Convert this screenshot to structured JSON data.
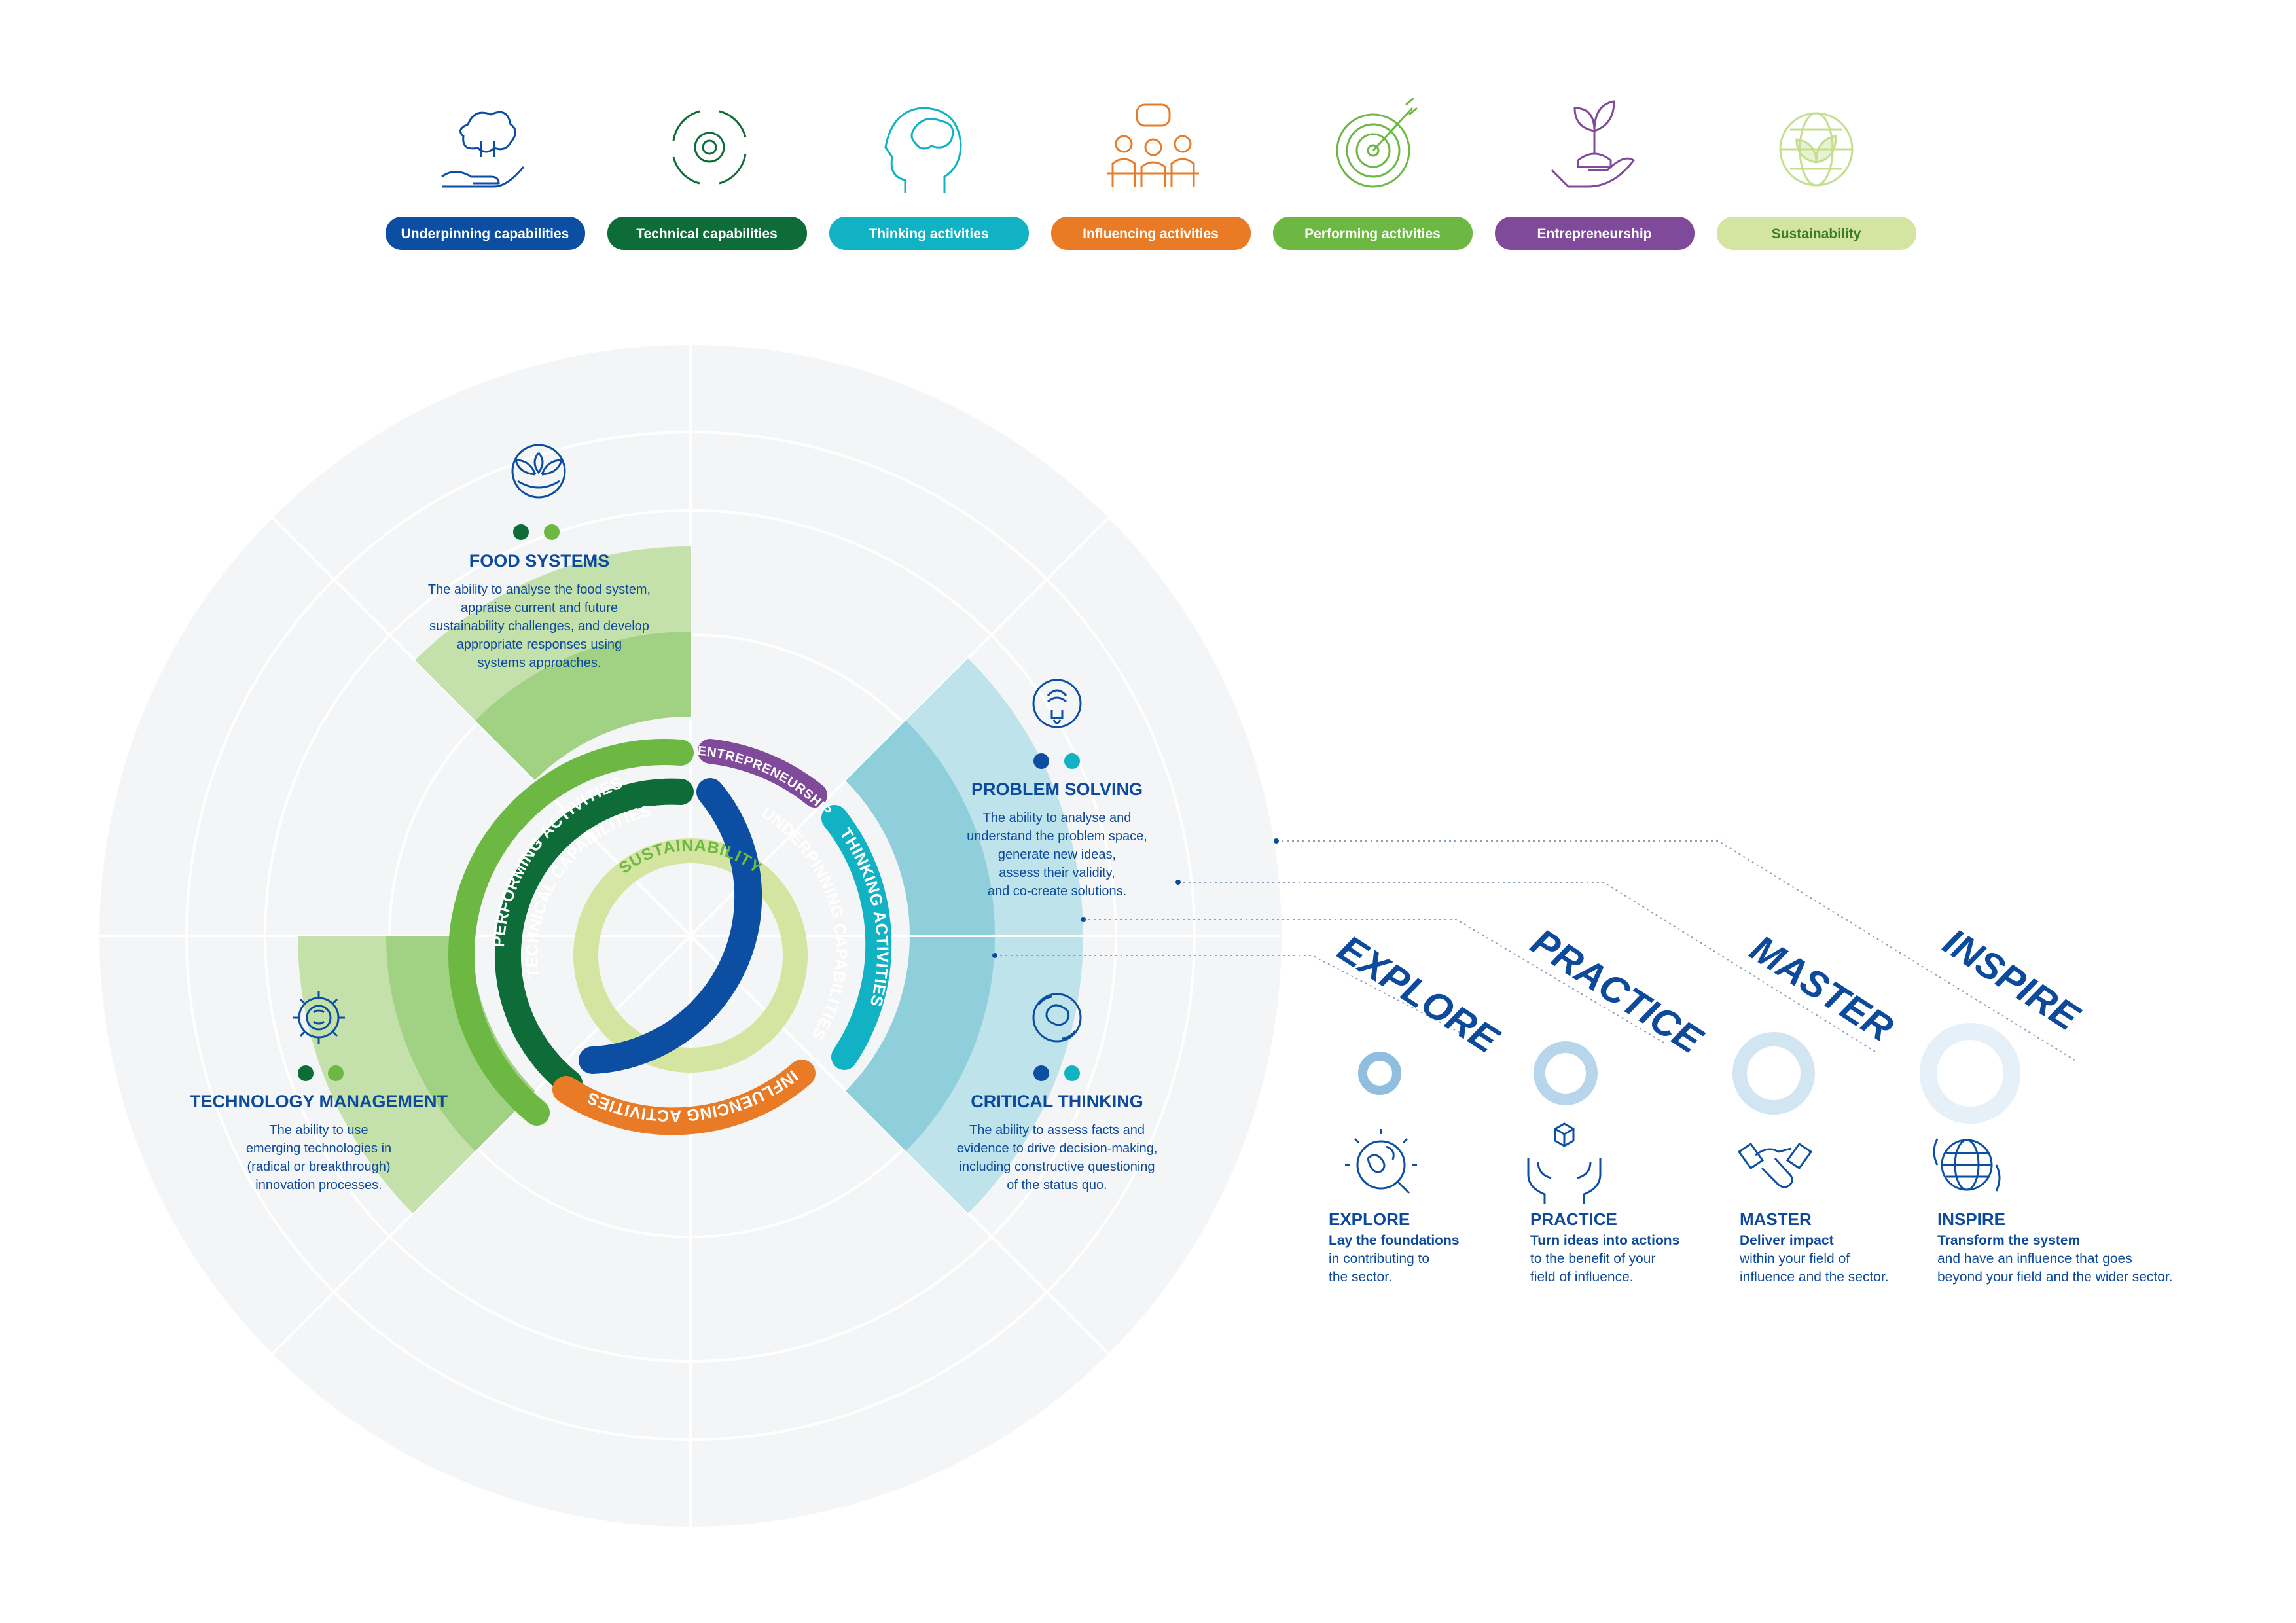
{
  "colors": {
    "underpinning": "#0b4ea2",
    "technical": "#0d6c37",
    "thinking": "#11b2c4",
    "influencing": "#ea7b26",
    "performing": "#6cb843",
    "entrepreneurship": "#7f4a99",
    "sustainability": "#d4e5a1",
    "text_blue": "#0d4a9c"
  },
  "categories": [
    {
      "label": "Underpinning capabilities",
      "icon": "hand-brain-icon"
    },
    {
      "label": "Technical capabilities",
      "icon": "gear-cycle-icon"
    },
    {
      "label": "Thinking activities",
      "icon": "head-brain-icon"
    },
    {
      "label": "Influencing activities",
      "icon": "people-chat-icon"
    },
    {
      "label": "Performing activities",
      "icon": "target-arrow-icon"
    },
    {
      "label": "Entrepreneurship",
      "icon": "hand-plant-icon"
    },
    {
      "label": "Sustainability",
      "icon": "leaf-globe-icon"
    }
  ],
  "rings": {
    "sustainability": "SUSTAINABILITY",
    "technical": "TECHNICAL CAPABILITIES",
    "performing": "PERFORMING ACTIVITIES",
    "entrepreneurship": "ENTREPRENEURSHIP",
    "underpinning": "UNDERPINNING CAPABILITIES",
    "thinking": "THINKING ACTIVITIES",
    "influencing": "INFLUENCING ACTIVITIES"
  },
  "segments": {
    "food_systems": {
      "title": "FOOD SYSTEMS",
      "icon": "food-systems-icon",
      "desc": [
        "The ability to analyse the food system,",
        "appraise current and future",
        "sustainability challenges, and develop",
        "appropriate responses using",
        "systems approaches."
      ]
    },
    "technology_management": {
      "title": "TECHNOLOGY MANAGEMENT",
      "icon": "tech-gear-icon",
      "desc": [
        "The ability to use",
        "emerging technologies in",
        "(radical or breakthrough)",
        "innovation processes."
      ]
    },
    "problem_solving": {
      "title": "PROBLEM SOLVING",
      "icon": "lightbulb-icon",
      "desc": [
        "The ability to analyse and",
        "understand the problem space,",
        "generate new ideas,",
        "assess their validity,",
        "and co-create solutions."
      ]
    },
    "critical_thinking": {
      "title": "CRITICAL THINKING",
      "icon": "brain-cycle-icon",
      "desc": [
        "The ability to assess facts and",
        "evidence to drive decision-making,",
        "including constructive questioning",
        "of the status quo."
      ]
    }
  },
  "levels": [
    {
      "big": "EXPLORE",
      "title": "EXPLORE",
      "strong": "Lay the foundations",
      "desc": [
        "in contributing to",
        "the sector."
      ],
      "icon": "globe-magnifier-icon"
    },
    {
      "big": "PRACTICE",
      "title": "PRACTICE",
      "strong": "Turn ideas into actions",
      "desc": [
        "to the benefit of your",
        "field of influence."
      ],
      "icon": "hands-box-icon"
    },
    {
      "big": "MASTER",
      "title": "MASTER",
      "strong": "Deliver impact",
      "desc": [
        "within your field of",
        "influence and the sector."
      ],
      "icon": "handshake-icon"
    },
    {
      "big": "INSPIRE",
      "title": "INSPIRE",
      "strong": "Transform the system",
      "desc": [
        "and have an influence that goes",
        "beyond your field and the wider sector."
      ],
      "icon": "globe-icon"
    }
  ]
}
